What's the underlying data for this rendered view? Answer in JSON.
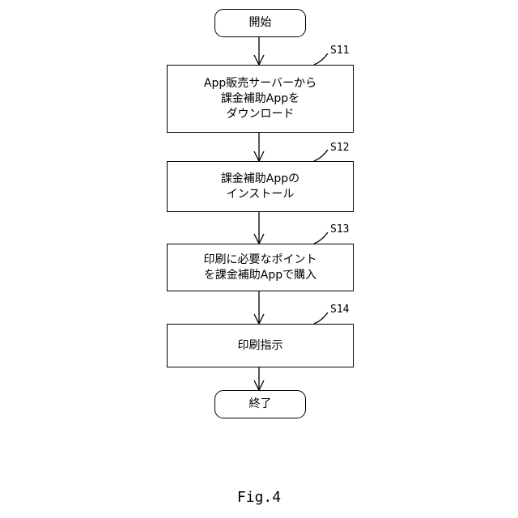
{
  "flowchart": {
    "start": "開始",
    "steps": [
      {
        "id": "S11",
        "text": "App販売サーバーから\n課金補助Appを\nダウンロード"
      },
      {
        "id": "S12",
        "text": "課金補助Appの\nインストール"
      },
      {
        "id": "S13",
        "text": "印刷に必要なポイント\nを課金補助Appで購入"
      },
      {
        "id": "S14",
        "text": "印刷指示"
      }
    ],
    "end": "終了"
  },
  "caption": "Fig.4"
}
